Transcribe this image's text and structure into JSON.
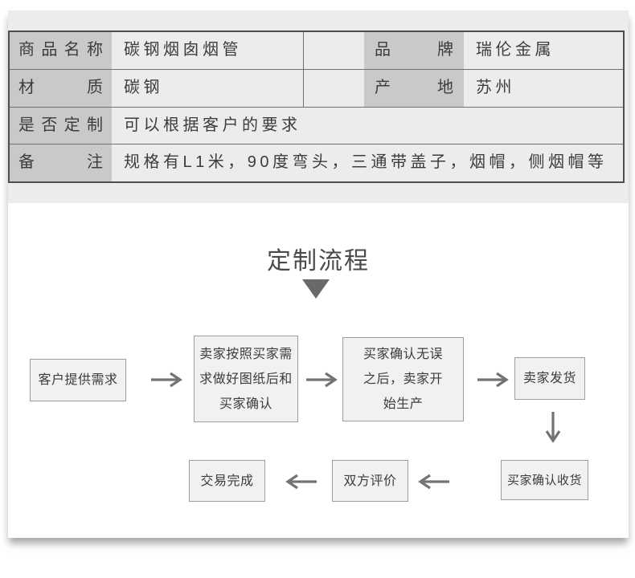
{
  "spec_table": {
    "rows": [
      {
        "left_label": "商品名称",
        "left_value": "碳钢烟囱烟管",
        "right_label": "品牌",
        "right_value": "瑞伦金属"
      },
      {
        "left_label": "材质",
        "left_value": "碳钢",
        "right_label": "产地",
        "right_value": "苏州"
      },
      {
        "left_label": "是否定制",
        "left_value": "可以根据客户的要求"
      },
      {
        "left_label": "备注",
        "left_value": "规格有L1米，90度弯头，三通带盖子，烟帽，侧烟帽等"
      }
    ]
  },
  "flow": {
    "title": "定制流程",
    "steps": {
      "step1": "客户提供需求",
      "step2": "卖家按照买家需\n求做好图纸后和\n买家确认",
      "step3": "买家确认无误\n之后，卖家开\n始生产",
      "step4": "卖家发货",
      "step5": "买家确认收货",
      "step6": "双方评价",
      "step7": "交易完成"
    }
  },
  "colors": {
    "section_bg": "#ececec",
    "label_cell_bg": "#c9c9c9",
    "table_outer_border": "#4f4f4f",
    "table_inner_border": "#707070",
    "box_bg": "#f1f1f1",
    "box_border": "#9e9e9e",
    "arrow": "#737373",
    "triangle": "#696969",
    "text": "#3c3c3c"
  }
}
